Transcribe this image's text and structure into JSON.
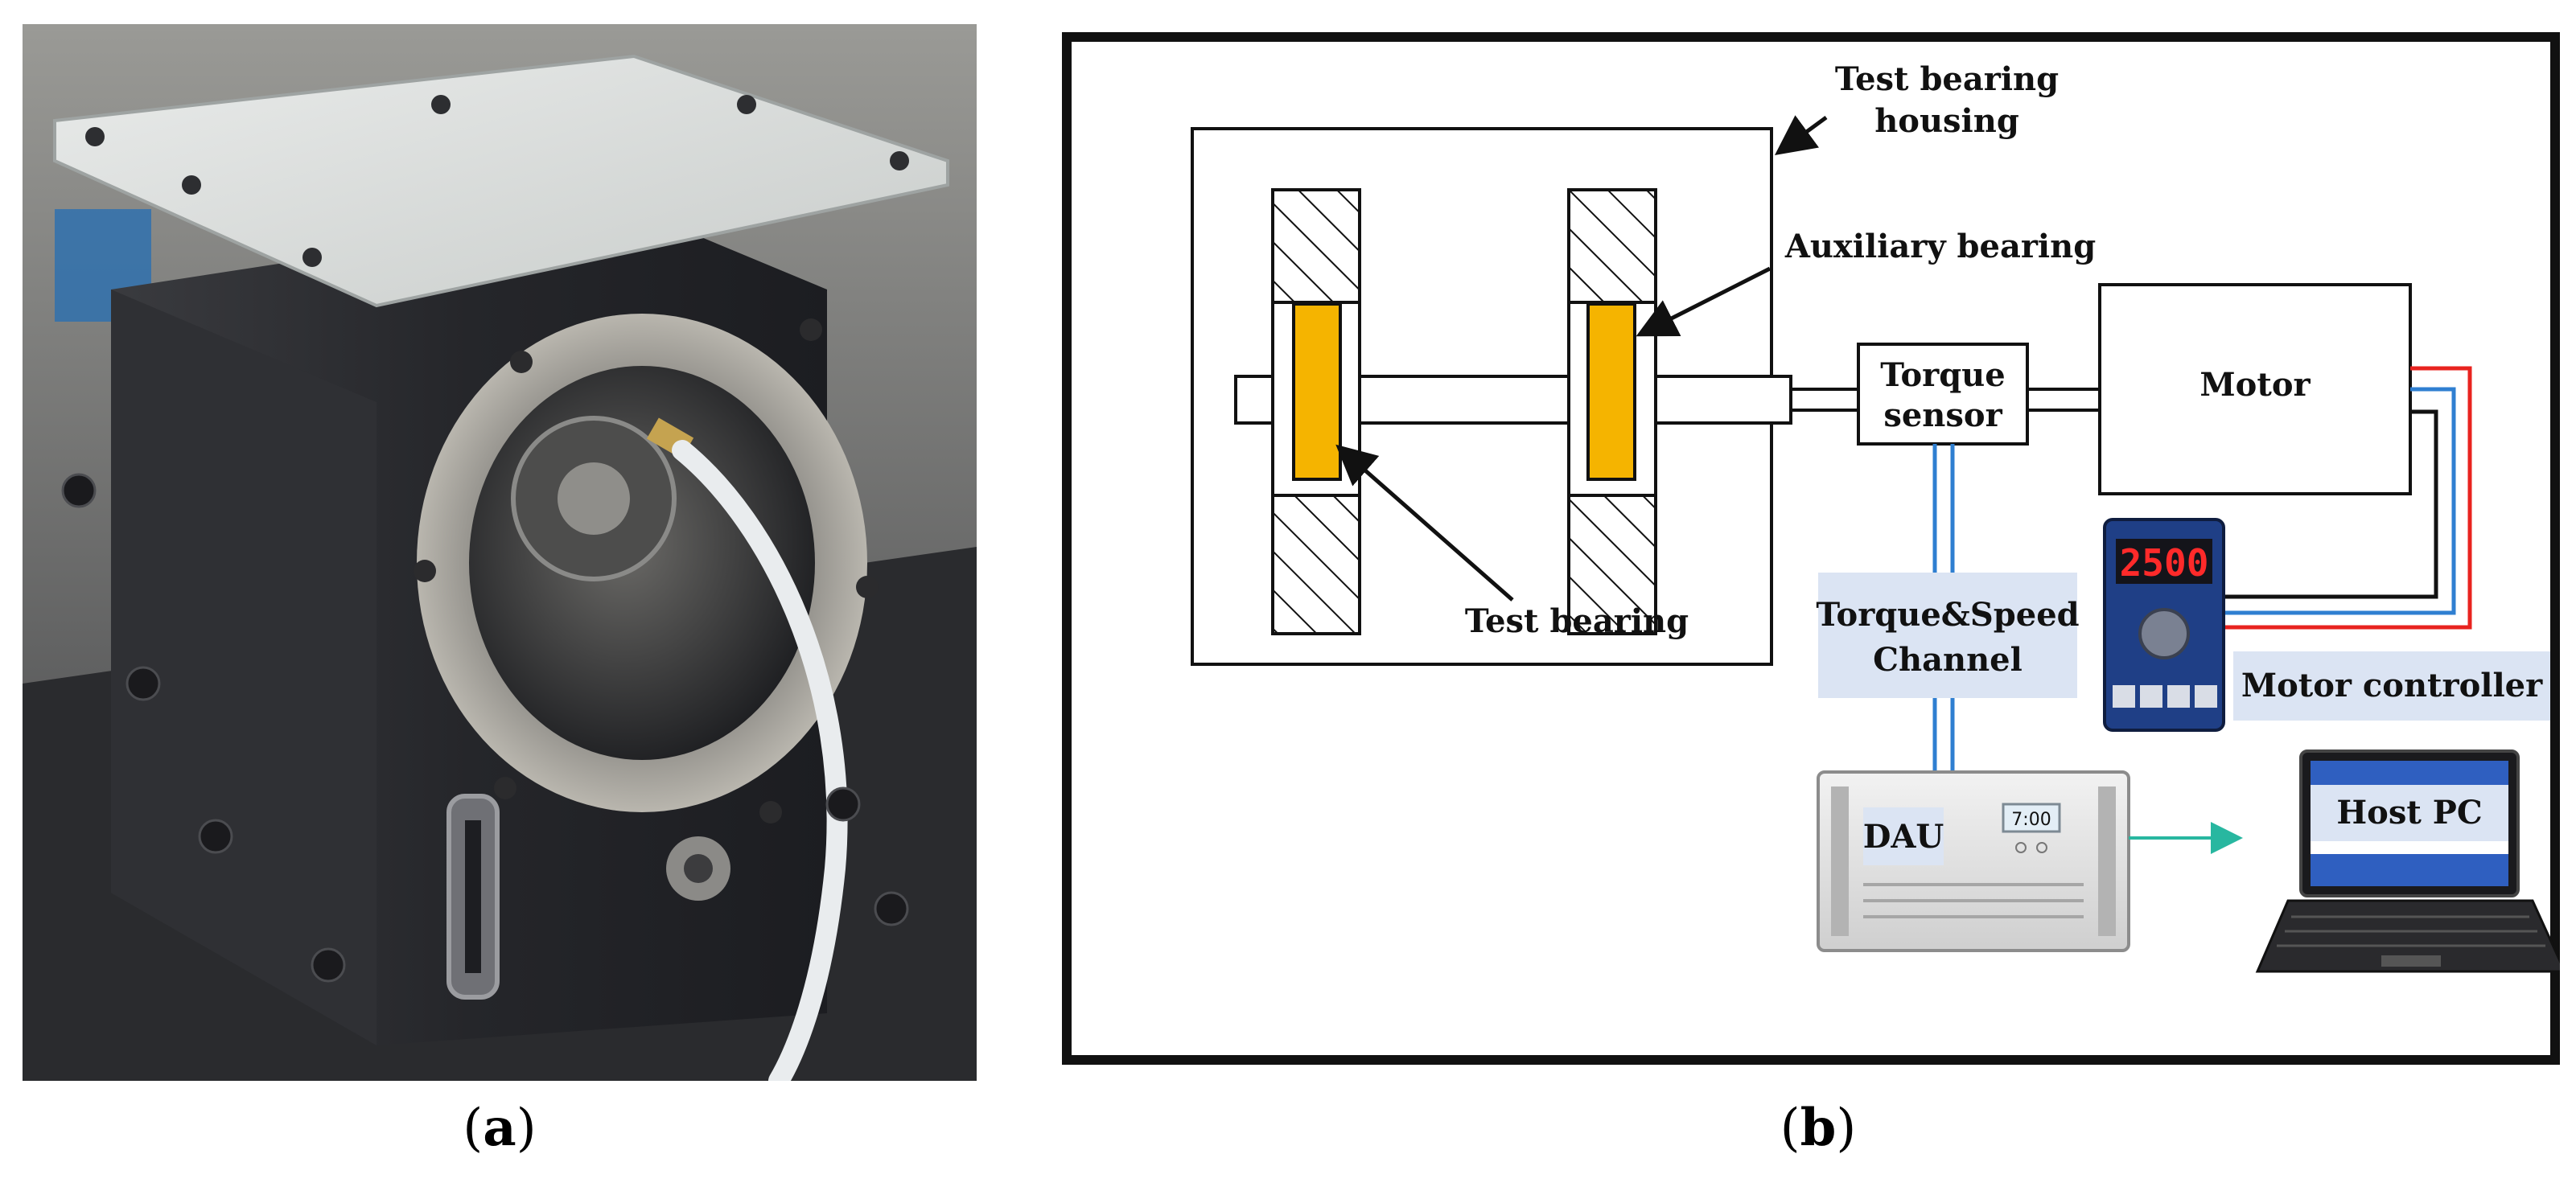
{
  "photo_panel": {
    "caption": "a"
  },
  "diagram_panel": {
    "caption": "b",
    "labels": {
      "housing_line1": "Test bearing",
      "housing_line2": "housing",
      "auxiliary_bearing": "Auxiliary bearing",
      "test_bearing": "Test bearing",
      "torque_sensor_line1": "Torque",
      "torque_sensor_line2": "sensor",
      "motor": "Motor",
      "channel_line1": "Torque&Speed",
      "channel_line2": "Channel",
      "motor_controller": "Motor controller",
      "controller_display": "2500",
      "dau": "DAU",
      "dau_display": "7:00",
      "host_pc": "Host PC"
    },
    "colors": {
      "bearing": "#f5b400",
      "wire_red": "#e8231f",
      "wire_blue": "#2f7fd1",
      "wire_black": "#111111",
      "arrow_teal": "#28b7a0",
      "label_highlight": "#dbe4f3",
      "controller_body": "#1f3f86",
      "controller_display_text": "#ff2a2a",
      "screen_blue": "#2f5fc0"
    }
  }
}
